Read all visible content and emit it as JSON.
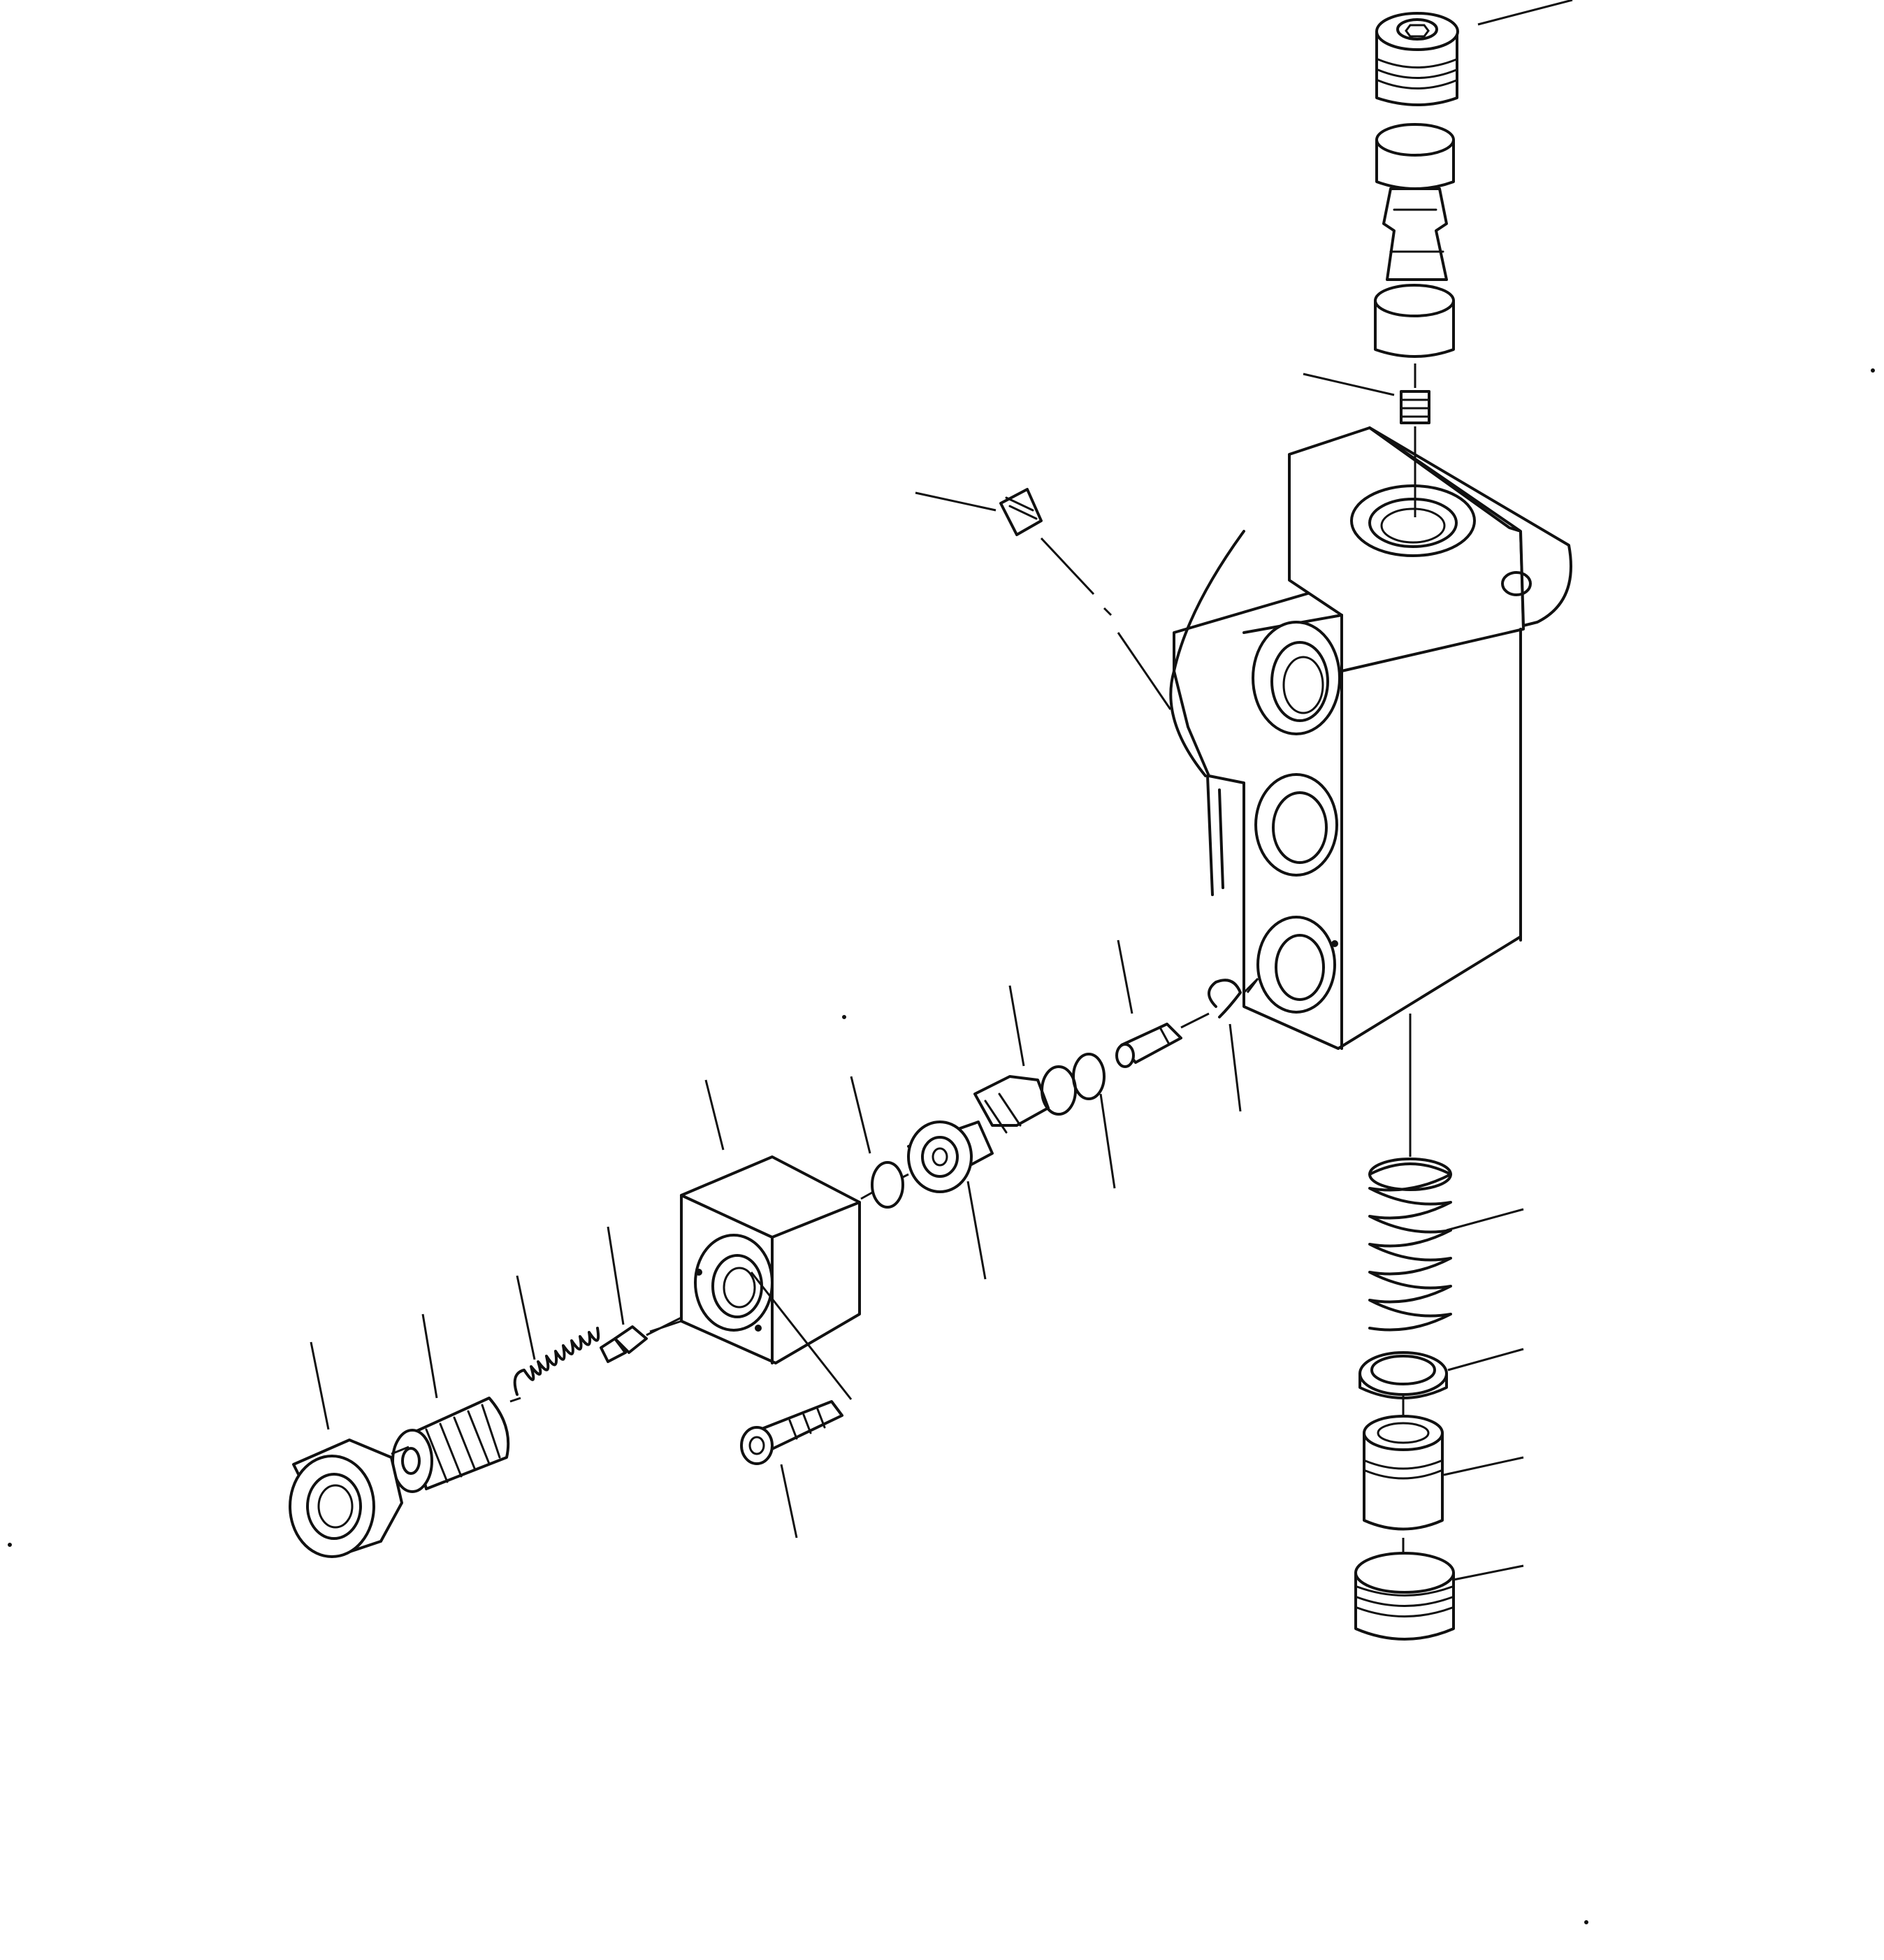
{
  "diagram": {
    "kind": "exploded-parts-drawing",
    "labels": [],
    "components": [
      "valve-body",
      "top-plug",
      "top-spool-cartridge",
      "set-screw-top",
      "set-screw-side",
      "bottom-spring",
      "bottom-ring",
      "bottom-sleeve",
      "bottom-plug",
      "pilot-block",
      "socket-screw",
      "poppet-valve",
      "o-ring-a",
      "o-ring-b",
      "o-ring-c",
      "pin",
      "snap-ring",
      "adjust-screw",
      "small-spring",
      "spring-seat",
      "cap-nut"
    ],
    "colors": {
      "ink": "#111111",
      "paper": "#ffffff"
    }
  }
}
